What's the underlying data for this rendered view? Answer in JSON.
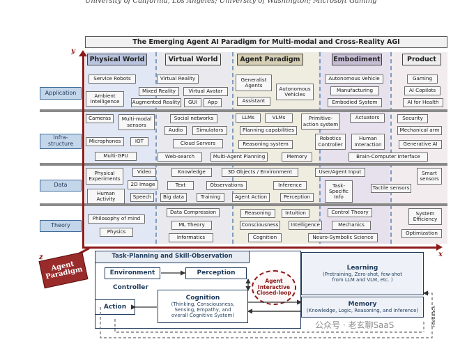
{
  "header_text": "University of California, Los Angeles;  University of Washington;  Microsoft Gaming",
  "banner_title": "The Emerging Agent AI Paradigm for Multi-modal and Cross-Reality AGI",
  "axes": {
    "y": "y",
    "x": "x",
    "z": "z"
  },
  "columns": [
    "Physical World",
    "Virtual World",
    "Agent Paradigm",
    "Embodiment",
    "Product"
  ],
  "rows": [
    "Application",
    "Infra-\nstructure",
    "Data",
    "Theory"
  ],
  "application": {
    "service_robots": "Service Robots",
    "ambient": "Ambient\nIntelligence",
    "virtual_reality": "Virtual Reality",
    "mixed_reality": "Mixed Reality",
    "virtual_avatar": "Virtual Avatar",
    "augmented_reality": "Augmented Reality",
    "gui": "GUI",
    "app": "App",
    "generalist": "Generalist\nAgents",
    "autonomous_vehicles": "Autonomous\nVehicles",
    "assistant": "Assistant",
    "autonomous_vehicle": "Autonomous Vehicle",
    "manufacturing": "Manufacturing",
    "embodied_system": "Embodied System",
    "gaming": "Gaming",
    "ai_copilots": "AI Copilots",
    "ai_health": "AI for Health"
  },
  "infra": {
    "cameras": "Cameras",
    "multimodal_sensors": "Multi-modal\nsensors",
    "microphones": "Microphones",
    "iot": "IOT",
    "multi_gpu": "Multi-GPU",
    "social_networks": "Social networks",
    "audio": "Audio",
    "simulators": "Simulators",
    "cloud_servers": "Cloud Servers",
    "web_search": "Web-search",
    "multi_agent": "Multi-Agent Planning",
    "llms": "LLMs",
    "vlms": "VLMs",
    "primitive_action": "Primitive-\naction system",
    "planning_cap": "Planning capabilities",
    "reasoning_system": "Reasoning system",
    "memory": "Memory",
    "actuators": "Actuators",
    "robotics_controller": "Robotics\nController",
    "human_interaction": "Human\nInteraction",
    "bci": "Brain-Computer Interface",
    "security": "Security",
    "mech_arm": "Mechanical arm",
    "gen_ai": "Generative AI"
  },
  "data": {
    "phys_exp": "Physical\nExperiments",
    "video": "Video",
    "image2d": "2D Image",
    "human_activity": "Human\nActivity",
    "speech": "Speech",
    "knowledge": "Knowledge",
    "text": "Text",
    "big_data": "Big data",
    "training": "Training",
    "objects3d": "3D Objects / Environment",
    "observations": "Observations",
    "inference": "Inference",
    "agent_action": "Agent Action",
    "perception": "Perception",
    "user_agent_input": "User/Agent  Input",
    "task_specific": "Task-\nSpecific\nInfo",
    "tactile": "Tactile sensors",
    "smart_sensors": "Smart\nsensors"
  },
  "theory": {
    "philosophy": "Philosophy of mind",
    "physics": "Physics",
    "data_compression": "Data Compression",
    "ml_theory": "ML Theory",
    "informatics": "Informatics",
    "reasoning": "Reasoning",
    "intuition": "Intuition",
    "consciousness": "Consciousness",
    "intelligence": "Intelligence",
    "cognition": "Cognition",
    "control_theory": "Control Theory",
    "mechanics": "Mechanics",
    "neuro_symbolic": "Neuro-Symbolic Science",
    "system_efficiency": "System\nEfficiency",
    "optimization": "Optimization"
  },
  "paradigm": {
    "tag": "Agent\nParadigm",
    "task_planning": "Task-Planning and Skill-Observation",
    "environment": "Environment",
    "perception": "Perception",
    "controller": "Controller",
    "action": "Action",
    "cognition_title": "Cognition",
    "cognition_sub": "(Thinking, Consciousness,\nSensing, Empathy, and\noverall Cognitive System)",
    "closed_loop": "Agent\nInteractive\nClosed-loop",
    "learning_title": "Learning",
    "learning_sub": "(Pretraining, Zero-shot, few-shot\nfrom LLM and VLM, etc. )",
    "memory_title": "Memory",
    "memory_sub": "(Knowledge, Logic, Reasoning, and Inference)",
    "feedback": "Feedback"
  },
  "watermark": "公众号 · 老玄聊SaaS",
  "colors": {
    "axis": "#8b1a1a",
    "row_label": "#c4d6ea",
    "col_physical": "#c9d3ec",
    "col_virtual": "#d8d8e0",
    "col_agent": "#e2dcc6",
    "col_embodiment": "#d3c9df",
    "col_product": "#e8dce2"
  }
}
